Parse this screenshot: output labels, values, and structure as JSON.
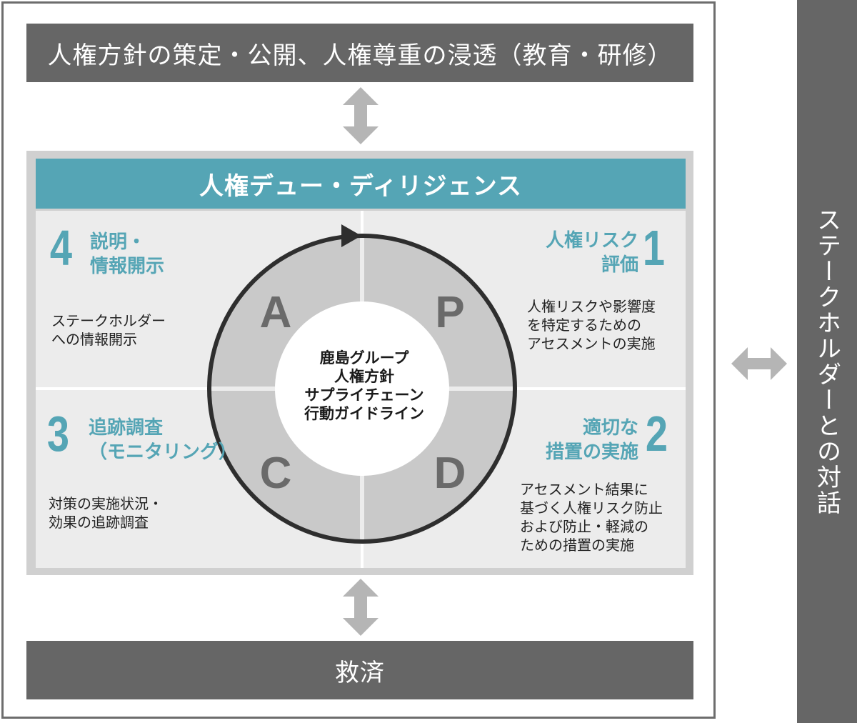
{
  "policy_bar": "人権方針の策定・公開、人権尊重の浸透（教育・研修）",
  "remedy_bar": "救済",
  "stakeholder_bar": "ステークホルダーとの対話",
  "due_diligence": {
    "title": "人権デュー・ディリジェンス",
    "center_lines": [
      "鹿島グループ",
      "人権方針",
      "サプライチェーン",
      "行動ガイドライン"
    ],
    "cycle_letters": {
      "p": "P",
      "d": "D",
      "c": "C",
      "a": "A"
    },
    "steps": [
      {
        "number": "1",
        "title_lines": [
          "人権リスク",
          "評価"
        ],
        "desc_lines": [
          "人権リスクや影響度",
          "を特定するための",
          "アセスメントの実施"
        ]
      },
      {
        "number": "2",
        "title_lines": [
          "適切な",
          "措置の実施"
        ],
        "desc_lines": [
          "アセスメント結果に",
          "基づく人権リスク防止",
          "および防止・軽減の",
          "ための措置の実施"
        ]
      },
      {
        "number": "3",
        "title_lines": [
          "追跡調査",
          "（モニタリング）"
        ],
        "desc_lines": [
          "対策の実施状況・",
          "効果の追跡調査"
        ]
      },
      {
        "number": "4",
        "title_lines": [
          "説明・",
          "情報開示"
        ],
        "desc_lines": [
          "ステークホルダー",
          "への情報開示"
        ]
      }
    ]
  },
  "colors": {
    "accent": "#55a5b5",
    "dark_gray": "#666666",
    "panel_gray": "#ececec",
    "cycle_gray": "#c9c9c9"
  }
}
